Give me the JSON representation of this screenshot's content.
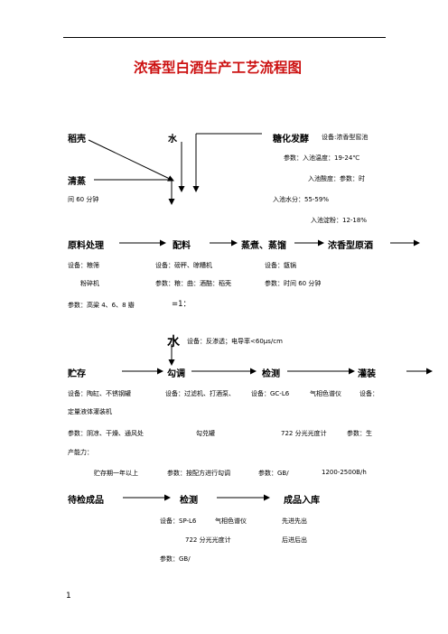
{
  "header_rule": true,
  "title": "浓香型白酒生产工艺流程图",
  "row1": {
    "husk": "稻壳",
    "water": "水",
    "ferment": "糖化发酵",
    "ferment_equip": "设备:浓香型窖池",
    "params_label": "参数：入池温度：19-24℃",
    "steam": "清蒸",
    "acidity": "入池酸度：参数：时",
    "time": "间 60 分钟",
    "moisture": "入池水分：55-59%",
    "starch": "入池淀粉：12-18%"
  },
  "row2": {
    "steps": [
      "原料处理",
      "配料",
      "蒸煮、蒸馏",
      "浓香型原酒"
    ],
    "equip_raw": "设备：粮筛",
    "equip_mix": "设备：磅秤、晾糟机",
    "equip_steam": "设备：甑锅",
    "crusher": "粉碎机",
    "param_mix": "参数：粮：曲：酒醅：稻壳",
    "param_steam": "参数：时间 60 分钟",
    "param_raw": "参数：高粱 4、6、8 瓣",
    "ratio": "=1："
  },
  "row3": {
    "water": "水",
    "water_equip": "设备：反渗透；电导率<60μs/cm",
    "steps": [
      "贮存",
      "勾调",
      "检测",
      "灌装"
    ],
    "line1": [
      "设备：陶缸、不锈钢罐",
      "设备：过滤机、打酒泵、",
      "设备：GC-L6",
      "气相色谱仪",
      "设备："
    ],
    "line2": "定量液体灌装机",
    "line3": [
      "参数：阴凉、干燥、通风处",
      "勾兑罐",
      "722 分光光度计",
      "参数：生"
    ],
    "line4": "产能力：",
    "line5": [
      "贮存期一年以上",
      "参数：按配方进行勾调",
      "参数：GB/",
      "1200-2500B/h"
    ]
  },
  "row4": {
    "steps": [
      "待检成品",
      "检测",
      "成品入库"
    ],
    "l1": [
      "设备：SP-L6",
      "气相色谱仪",
      "先进先出"
    ],
    "l2": [
      "722 分光光度计",
      "后进后出"
    ],
    "l3": "参数：GB/"
  },
  "page_number": "1"
}
